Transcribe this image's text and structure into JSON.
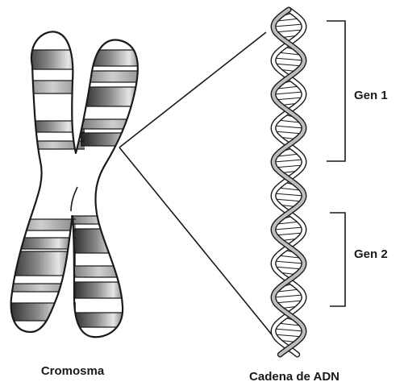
{
  "labels": {
    "chromosome": "Cromosma",
    "dna": "Cadena de ADN",
    "gene1": "Gen 1",
    "gene2": "Gen 2"
  },
  "colors": {
    "ink": "#1a1a1a",
    "band_dark": "#3c3c3c",
    "band_light": "#d9d9d9",
    "background": "#ffffff"
  }
}
